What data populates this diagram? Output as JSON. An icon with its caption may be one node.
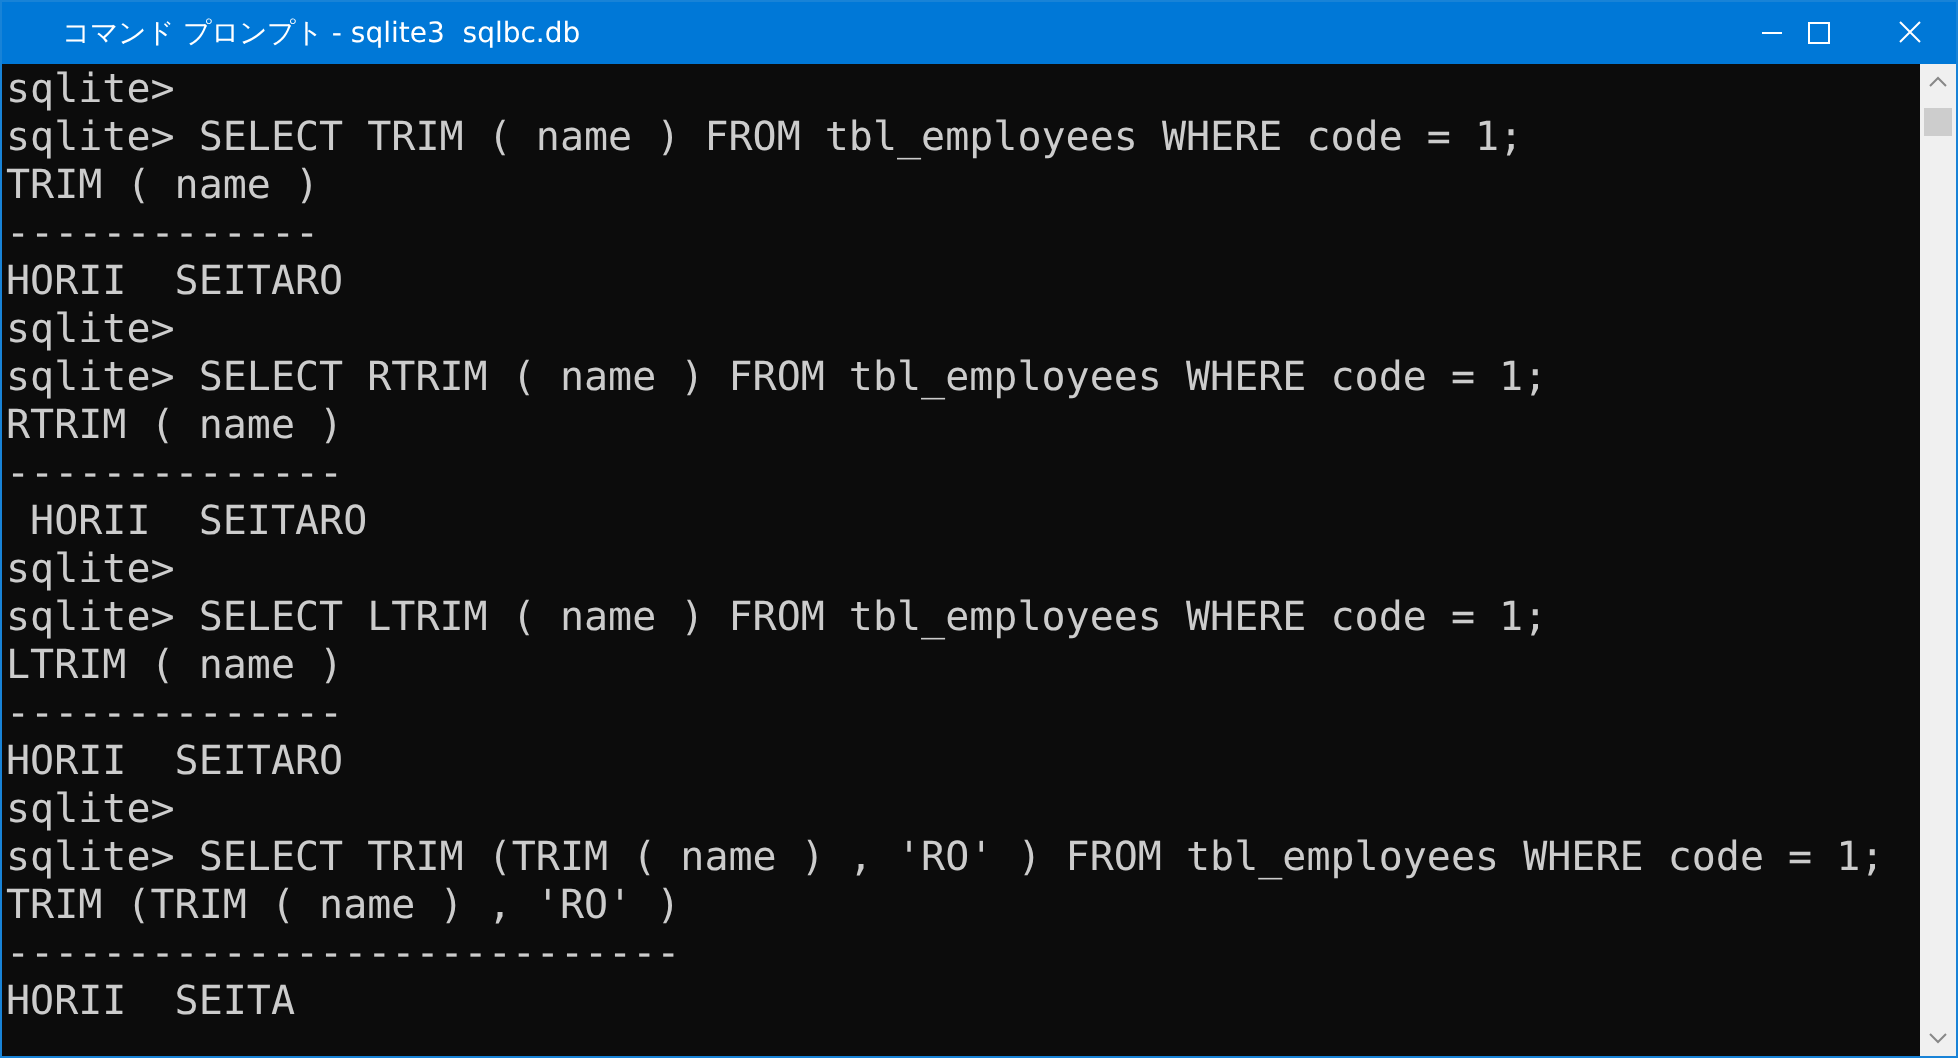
{
  "diagram": {
    "title": "コマンド プロンプト - sqlite3  sqlbc.db",
    "labels": [
      "sqlite>",
      "sqlite> SELECT TRIM ( name ) FROM tbl_employees WHERE code = 1;",
      "TRIM ( name )",
      "-------------",
      "HORII  SEITARO",
      "sqlite>",
      "sqlite> SELECT RTRIM ( name ) FROM tbl_employees WHERE code = 1;",
      "RTRIM ( name )",
      "--------------",
      " HORII  SEITARO",
      "sqlite>",
      "sqlite> SELECT LTRIM ( name ) FROM tbl_employees WHERE code = 1;",
      "LTRIM ( name )",
      "--------------",
      "HORII  SEITARO",
      "sqlite>",
      "sqlite> SELECT TRIM (TRIM ( name ) , 'RO' ) FROM tbl_employees WHERE code = 1;",
      "TRIM (TRIM ( name ) , 'RO' )",
      "----------------------------",
      "HORII  SEITA"
    ]
  }
}
